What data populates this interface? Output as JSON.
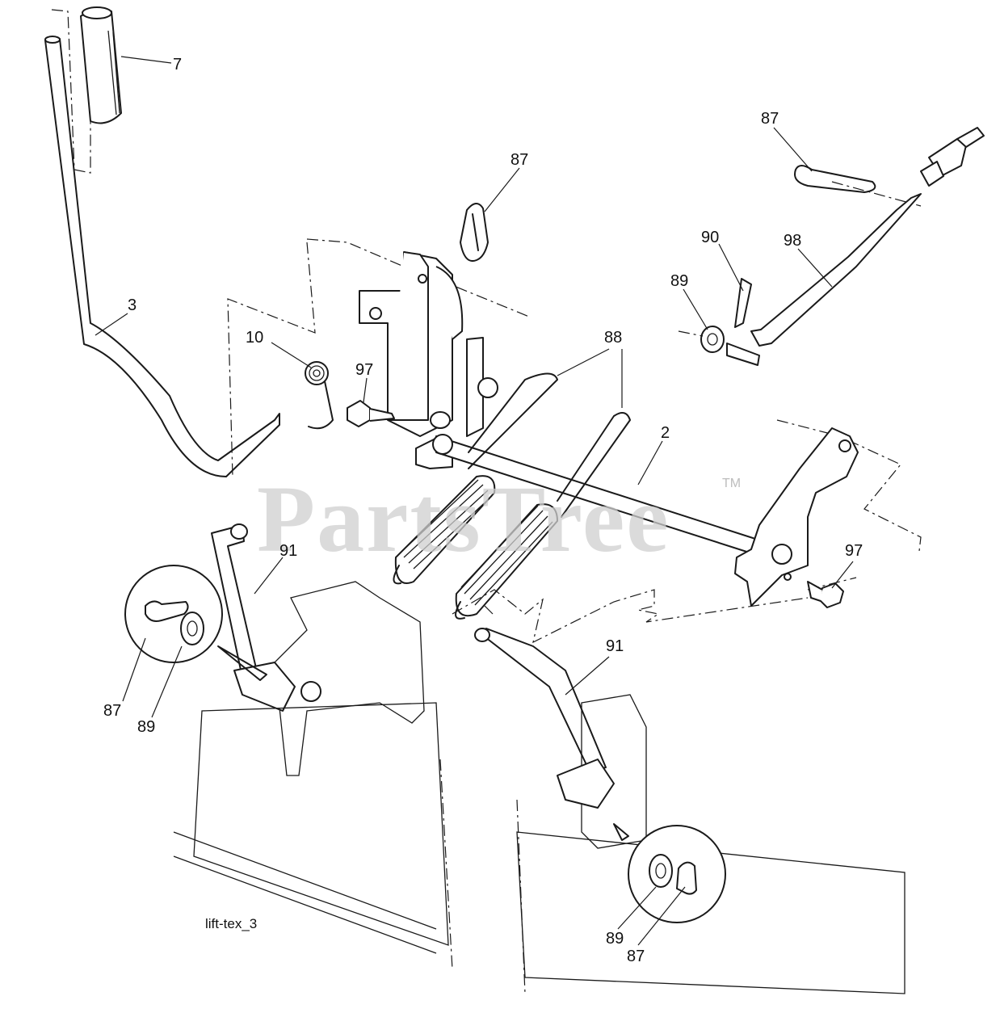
{
  "diagram": {
    "id_label": "lift-tex_3",
    "watermark": "PartsTree",
    "watermark_mark": "TM",
    "callouts": [
      {
        "label": "7"
      },
      {
        "label": "87"
      },
      {
        "label": "87"
      },
      {
        "label": "90"
      },
      {
        "label": "98"
      },
      {
        "label": "89"
      },
      {
        "label": "3"
      },
      {
        "label": "10"
      },
      {
        "label": "97"
      },
      {
        "label": "88"
      },
      {
        "label": "2"
      },
      {
        "label": "97"
      },
      {
        "label": "91"
      },
      {
        "label": "87"
      },
      {
        "label": "89"
      },
      {
        "label": "91"
      },
      {
        "label": "89"
      },
      {
        "label": "87"
      }
    ]
  }
}
